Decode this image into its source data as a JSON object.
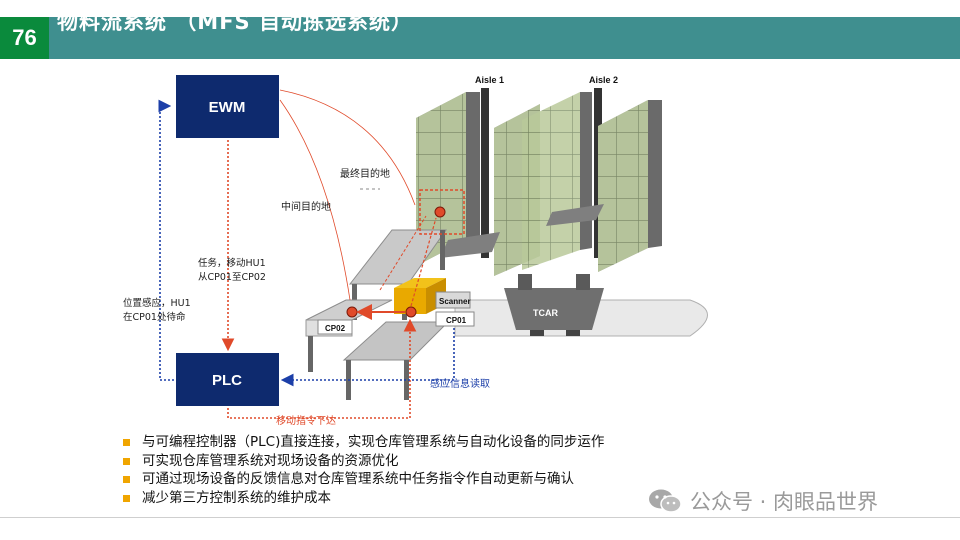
{
  "header": {
    "page_number": "76",
    "title": "物料流系统 （MFS 自动拣选系统）"
  },
  "diagram": {
    "nodes": {
      "ewm": "EWM",
      "plc": "PLC"
    },
    "labels": {
      "final_destination": "最终目的地",
      "intermediate_destination": "中间目的地",
      "task": "任务，移动HU1",
      "task_route": "从CP01至CP02",
      "position_sense": "位置感应，HU1",
      "position_wait": "在CP01处待命",
      "sensor_read": "感应信息读取",
      "move_command": "移动指令下达",
      "aisle1": "Aisle 1",
      "aisle2": "Aisle 2",
      "scanner": "Scanner",
      "cp01": "CP01",
      "cp02": "CP02",
      "tcar": "TCAR"
    }
  },
  "bullets": [
    "与可编程控制器（PLC)直接连接，实现仓库管理系统与自动化设备的同步运作",
    "可实现仓库管理系统对现场设备的资源优化",
    "可通过现场设备的反馈信息对仓库管理系统中任务指令作自动更新与确认",
    "减少第三方控制系统的维护成本"
  ],
  "watermark": "公众号 · 肉眼品世界",
  "colors": {
    "header_bar": "#3f8f8f",
    "page_badge": "#0a8a3c",
    "node_fill": "#0e2a6e",
    "red_line": "#e04a2a",
    "blue_line": "#1c3fa8",
    "bullet": "#f0a500"
  }
}
